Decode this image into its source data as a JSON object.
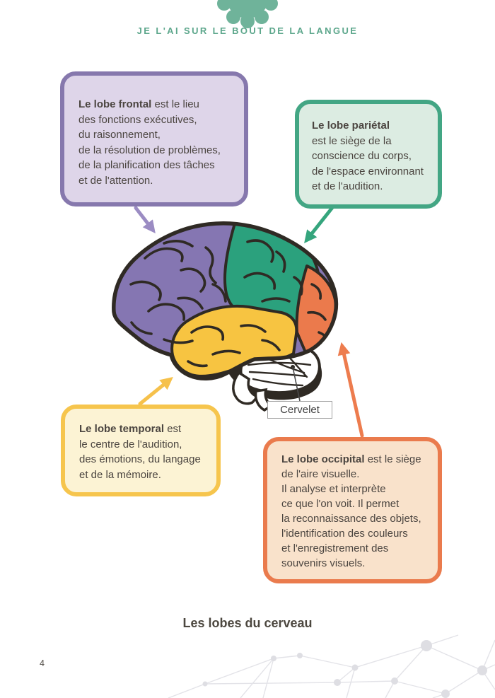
{
  "theme": {
    "teal": "#5DA78C",
    "gear": "#6FB39A",
    "text": "#4B4540",
    "decor": "#E3E3E8",
    "frontal-border": "#8678AD",
    "frontal-fill": "#DED5E9",
    "frontal-arrow": "#9B8CC3",
    "parietal-border": "#43A684",
    "parietal-fill": "#DCECE2",
    "parietal-arrow": "#35A57D",
    "temporal-border": "#F6C54D",
    "temporal-fill": "#FCF3D4",
    "temporal-arrow": "#F6C14B",
    "occipital-border": "#EA7B4D",
    "occipital-fill": "#F9E2CB",
    "occipital-arrow": "#ED7C4E",
    "brain-frontal": "#8576B2",
    "brain-parietal": "#2BA17D",
    "brain-temporal": "#F7C441",
    "brain-occipital": "#EB7A4C",
    "brain-outline": "#2F2A24"
  },
  "header": {
    "title": "JE L'AI SUR LE BOUT DE LA LANGUE"
  },
  "callouts": {
    "frontal": {
      "bold": "Le lobe frontal",
      "text": " est le lieu\ndes fonctions exécutives,\ndu raisonnement,\nde la résolution de problèmes,\nde la planification des tâches\net de l'attention."
    },
    "parietal": {
      "bold": "Le lobe pariétal",
      "text": "\nest le siège de la\nconscience du corps,\nde l'espace environnant\net de l'audition."
    },
    "temporal": {
      "bold": "Le lobe temporal",
      "text": " est\nle centre de l'audition,\ndes émotions, du langage\net de la mémoire."
    },
    "occipital": {
      "bold": "Le lobe occipital",
      "text": " est le siège\nde l'aire visuelle.\nIl analyse et interprète\nce que l'on voit. Il permet\nla reconnaissance des objets,\nl'identification des couleurs\net l'enregistrement des\nsouvenirs visuels."
    }
  },
  "diagram": {
    "cervelet_label": "Cervelet"
  },
  "footer": {
    "caption": "Les lobes du cerveau",
    "page_number": "4"
  }
}
